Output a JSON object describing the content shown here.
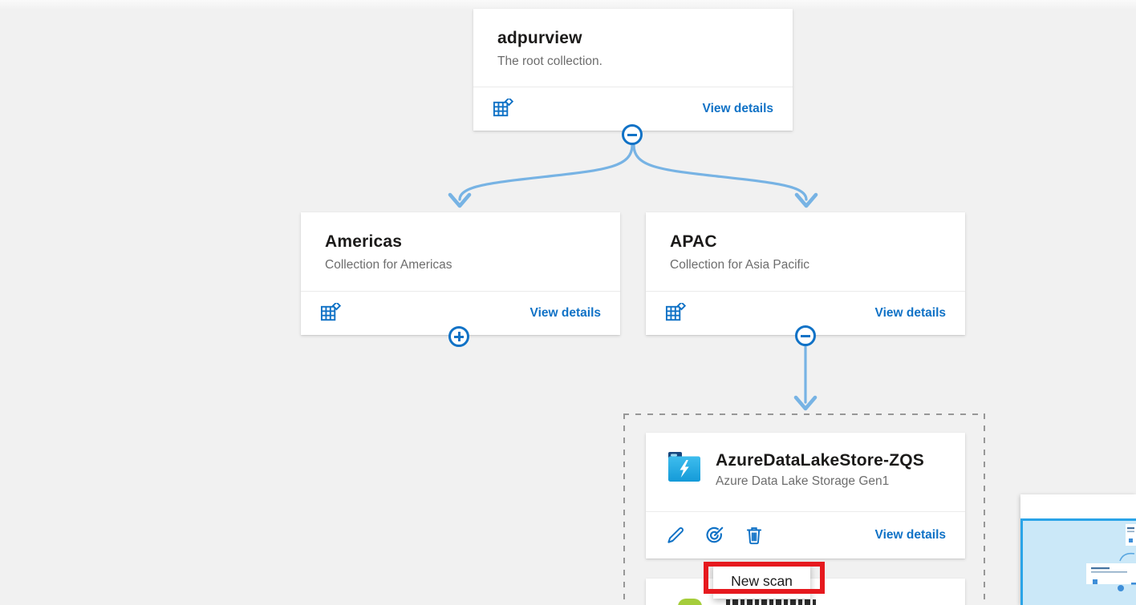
{
  "graph": {
    "root": {
      "title": "adpurview",
      "subtitle": "The root collection.",
      "view_details": "View details"
    },
    "americas": {
      "title": "Americas",
      "subtitle": "Collection for Americas",
      "view_details": "View details"
    },
    "apac": {
      "title": "APAC",
      "subtitle": "Collection for Asia Pacific",
      "view_details": "View details"
    },
    "datasource": {
      "title": "AzureDataLakeStore-ZQS",
      "subtitle": "Azure Data Lake Storage Gen1",
      "view_details": "View details"
    }
  },
  "tooltip": {
    "label": "New scan"
  },
  "icons": {
    "collection": "grid-table-with-diamond",
    "edit": "pencil-icon",
    "scan": "radar-scan-icon",
    "delete": "trash-icon",
    "datasource": "azure-data-lake-storage-gen1-folder",
    "collapse": "minus-circle",
    "expand": "plus-circle"
  },
  "colors": {
    "background": "#f1f1f1",
    "accent_blue": "#1072c6",
    "connector_blue": "#77b3e4",
    "dashed_border": "#979797",
    "annotation_red": "#e6191e",
    "minimap_border": "#2aa4e8",
    "minimap_fill": "#cbe8f8",
    "datasource_green": "#a5cd3b"
  }
}
